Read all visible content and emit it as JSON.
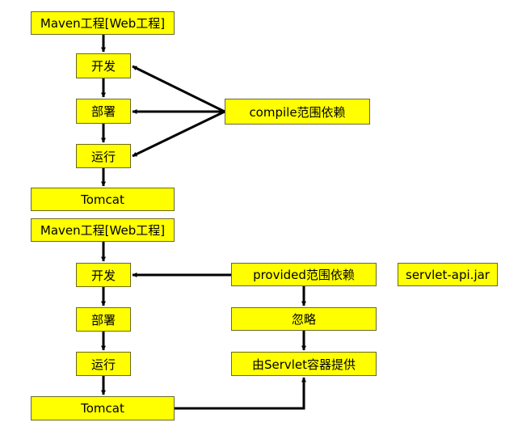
{
  "diagram": {
    "top": {
      "maven_project": "Maven工程[Web工程]",
      "develop": "开发",
      "deploy": "部署",
      "run": "运行",
      "tomcat": "Tomcat",
      "compile_scope": "compile范围依赖"
    },
    "bottom": {
      "maven_project": "Maven工程[Web工程]",
      "develop": "开发",
      "deploy": "部署",
      "run": "运行",
      "tomcat": "Tomcat",
      "provided_scope": "provided范围依赖",
      "servlet_api": "servlet-api.jar",
      "ignore": "忽略",
      "provided_by_container": "由Servlet容器提供"
    }
  }
}
